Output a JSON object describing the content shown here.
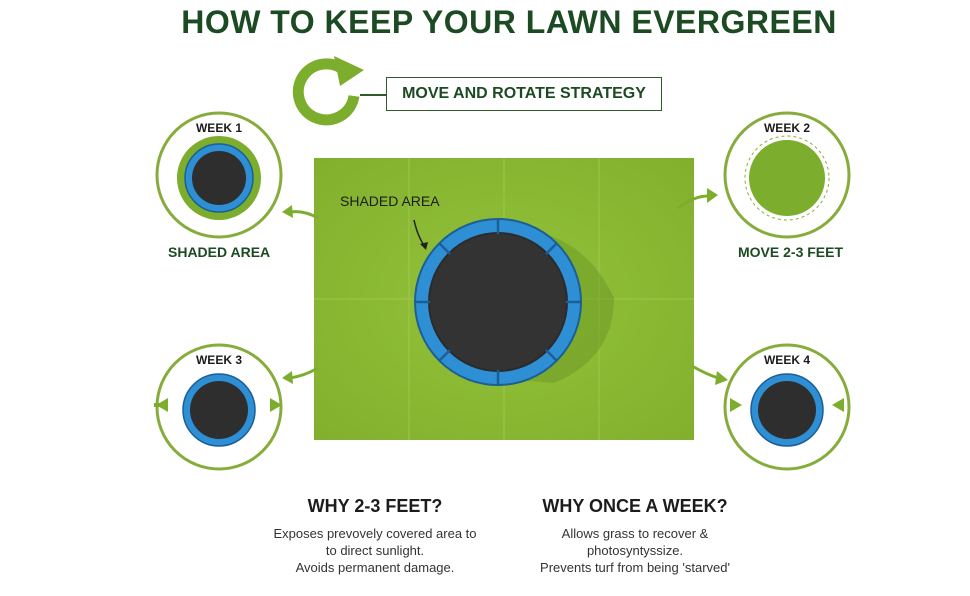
{
  "title": "HOW TO KEEP YOUR LAWN EVERGREEN",
  "strategy": {
    "label": "MOVE AND ROTATE STRATEGY",
    "icon": "rotate-arrow-icon"
  },
  "lawn": {
    "shaded_area_label": "SHADED AREA"
  },
  "weeks": [
    {
      "label": "WEEK 1",
      "caption": "SHADED AREA"
    },
    {
      "label": "WEEK 2",
      "caption": "MOVE 2-3 FEET"
    },
    {
      "label": "WEEK 3",
      "caption": ""
    },
    {
      "label": "WEEK 4",
      "caption": ""
    }
  ],
  "why_distance": {
    "title": "WHY 2-3 FEET?",
    "lines": [
      "Exposes prevovely covered area to",
      "to direct sunlight.",
      "Avoids permanent damage."
    ]
  },
  "why_weekly": {
    "title": "WHY ONCE A WEEK?",
    "lines": [
      "Allows grass to recover &",
      "photosyntyssize.",
      "Prevents turf from being 'starved'"
    ]
  },
  "colors": {
    "dark_green": "#1c4a22",
    "lime": "#7cad2d",
    "ring": "#86ad3c",
    "lawn": "#8dbb34",
    "trampoline_blue": "#2f8fd4",
    "mat": "#2e2e2e"
  }
}
